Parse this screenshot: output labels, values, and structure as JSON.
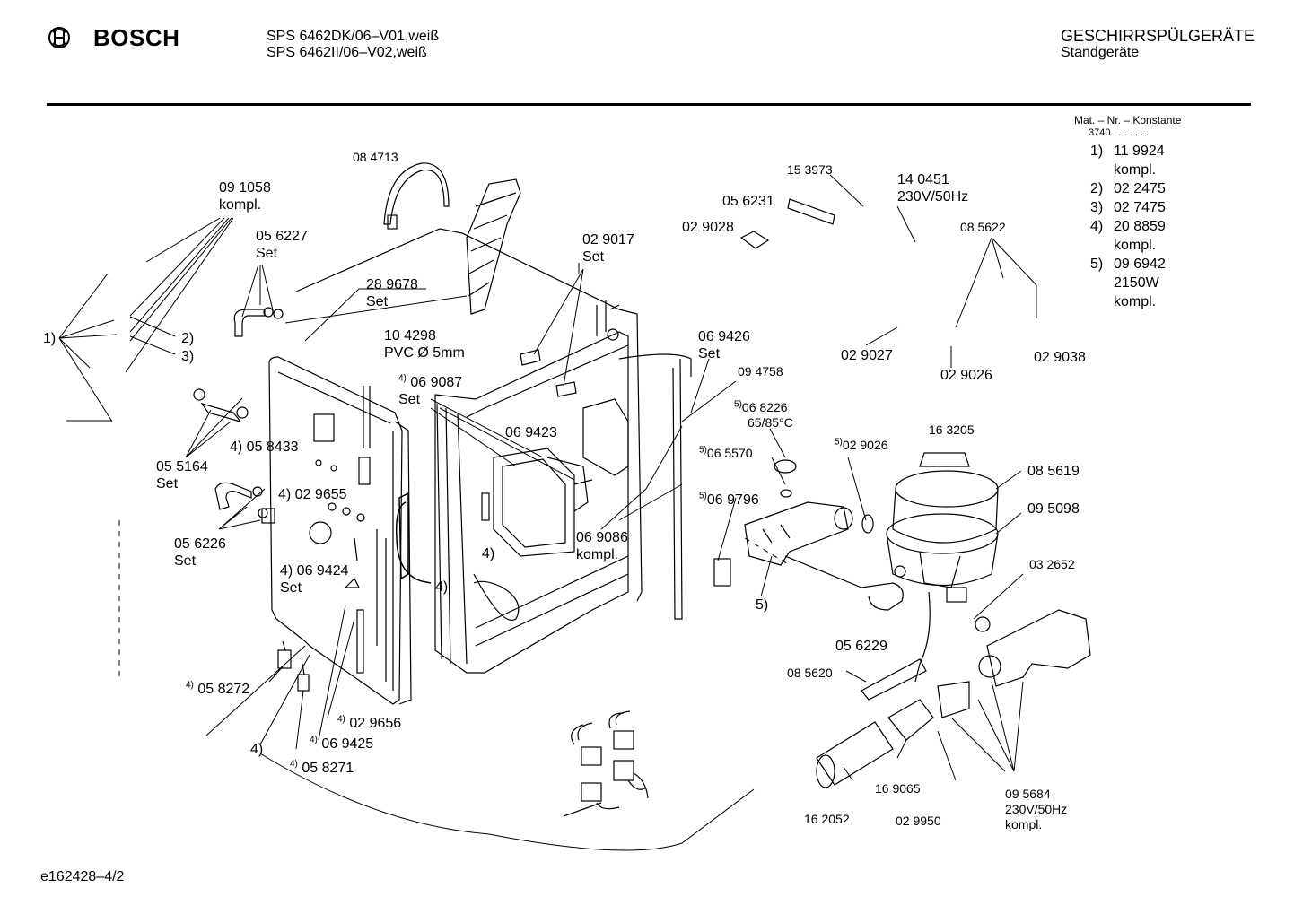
{
  "header": {
    "brand": "BOSCH",
    "models": [
      "SPS 6462DK/06–V01,weiß",
      "SPS 6462II/06–V02,weiß"
    ],
    "category": "GESCHIRRSPÜLGERÄTE",
    "subcategory": "Standgeräte"
  },
  "legend": {
    "title": "Mat. – Nr. – Konstante",
    "constant": "3740",
    "dots": ". . . . . .",
    "items": [
      {
        "key": "1)",
        "lines": [
          "11 9924",
          "kompl."
        ]
      },
      {
        "key": "2)",
        "lines": [
          "02 2475"
        ]
      },
      {
        "key": "3)",
        "lines": [
          "02 7475"
        ]
      },
      {
        "key": "4)",
        "lines": [
          "20 8859",
          "kompl."
        ]
      },
      {
        "key": "5)",
        "lines": [
          "09 6942",
          "2150W",
          "kompl."
        ]
      }
    ]
  },
  "parts": {
    "p084713": "08 4713",
    "p091058": [
      "09 1058",
      "kompl."
    ],
    "p056227": [
      "05 6227",
      "Set"
    ],
    "p289678": [
      "28 9678",
      "Set"
    ],
    "p104298": [
      "10 4298",
      "PVC Ø 5mm"
    ],
    "p069087": {
      "sup": "4)",
      "lines": [
        "06 9087",
        "Set"
      ]
    },
    "p058433": "4) 05 8433",
    "p029655": "4) 02 9655",
    "p069424": [
      "4) 06 9424",
      "Set"
    ],
    "p055164": [
      "05 5164",
      "Set"
    ],
    "p056226": [
      "05 6226",
      "Set"
    ],
    "p058272": {
      "sup": "4)",
      "text": "05 8272"
    },
    "p029656": {
      "sup": "4)",
      "text": "02 9656"
    },
    "p069425": {
      "sup": "4)",
      "text": "06 9425"
    },
    "p058271": {
      "sup": "4)",
      "text": "05 8271"
    },
    "p4a": "4)",
    "p4b": "4)",
    "p4c": "4)",
    "p1": "1)",
    "p2": "2)",
    "p3": "3)",
    "p029017": [
      "02 9017",
      "Set"
    ],
    "p069423": "06 9423",
    "p069086": [
      "06 9086",
      "kompl."
    ],
    "p069426": [
      "06 9426",
      "Set"
    ],
    "p094758": "09 4758",
    "p068226": {
      "sup": "5)",
      "lines": [
        "06 8226",
        "65/85°C"
      ]
    },
    "p065570": {
      "sup": "5)",
      "text": "06 5570"
    },
    "p069796": {
      "sup": "5)",
      "text": "06 9796"
    },
    "p5": "5)",
    "p153973": "15 3973",
    "p056231": "05 6231",
    "p029028": "02 9028",
    "p140451": [
      "14 0451",
      "230V/50Hz"
    ],
    "p085622": "08 5622",
    "p029027": "02 9027",
    "p029026a": "02 9026",
    "p029038": "02 9038",
    "p029026b": {
      "sup": "5)",
      "text": "02 9026"
    },
    "p163205": "16 3205",
    "p085619": "08 5619",
    "p095098": "09 5098",
    "p032652": "03 2652",
    "p056229": "05 6229",
    "p085620": "08 5620",
    "p162052": "16 2052",
    "p169065": "16 9065",
    "p029950": "02 9950",
    "p095684": [
      "09 5684",
      "230V/50Hz",
      "kompl."
    ]
  },
  "footer": {
    "doc_id": "e162428–4/2"
  }
}
